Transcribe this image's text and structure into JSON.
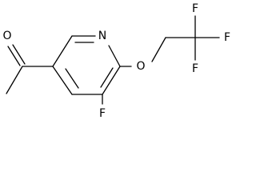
{
  "molecule": {
    "atoms": {
      "N": "N",
      "O_ether": "O",
      "O_carbonyl": "O",
      "F_ring": "F",
      "F_top": "F",
      "F_right": "F",
      "F_bottom": "F"
    }
  }
}
